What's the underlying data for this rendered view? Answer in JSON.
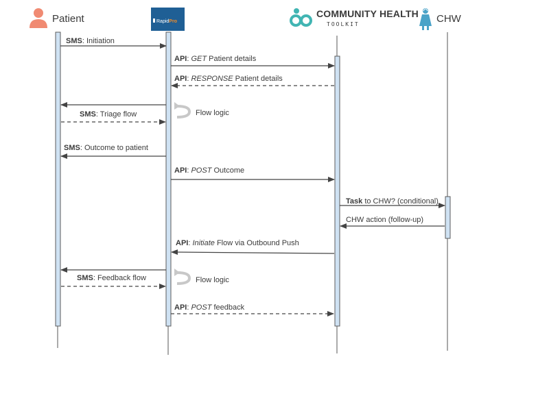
{
  "actors": {
    "patient": "Patient",
    "chw": "CHW",
    "rapidpro_logo": {
      "part1": "Rapid",
      "part2": "Pro"
    },
    "cht_logo": {
      "line1": "COMMUNITY HEALTH",
      "line2": "TOOLKIT"
    }
  },
  "messages": [
    {
      "prefix": "SMS",
      "text": ": Initiation"
    },
    {
      "prefix": "API",
      "text": ": ",
      "italic": "GET",
      "rest": " Patient details"
    },
    {
      "prefix": "API",
      "text": ": ",
      "italic": "RESPONSE",
      "rest": " Patient details"
    },
    {
      "prefix": "SMS",
      "text": ": Triage flow"
    },
    {
      "prefix": "SMS",
      "text": ": Outcome to patient"
    },
    {
      "prefix": "API",
      "text": ": ",
      "italic": "POST",
      "rest": " Outcome"
    },
    {
      "prefix": "Task",
      "text": " to CHW? (conditional)"
    },
    {
      "text": "CHW action (follow-up)"
    },
    {
      "prefix": "API",
      "text": ": ",
      "italic": "Initiate",
      "rest": " Flow via Outbound Push"
    },
    {
      "prefix": "SMS",
      "text": ": Feedback flow"
    },
    {
      "prefix": "API",
      "text": ": ",
      "italic": "POST",
      "rest": " feedback"
    }
  ],
  "notes": {
    "flow_logic_1": "Flow logic",
    "flow_logic_2": "Flow logic"
  },
  "colors": {
    "activation": "#cfe2f3",
    "activation_border": "#5b5b5b",
    "arrow": "#444444",
    "patient_icon": "#f08a72",
    "chw_icon": "#4aa3c8",
    "cht_teal": "#41b5b3",
    "rapidpro_blue": "#1f5f95",
    "rapidpro_orange": "#f28c28",
    "flow_arrow": "#c8c8c8"
  },
  "icons": {
    "patient": "person-icon",
    "chw": "health-worker-icon",
    "rapidpro": "rapidpro-logo",
    "cht": "cht-infinity-logo",
    "flow": "curved-return-arrow-icon"
  }
}
